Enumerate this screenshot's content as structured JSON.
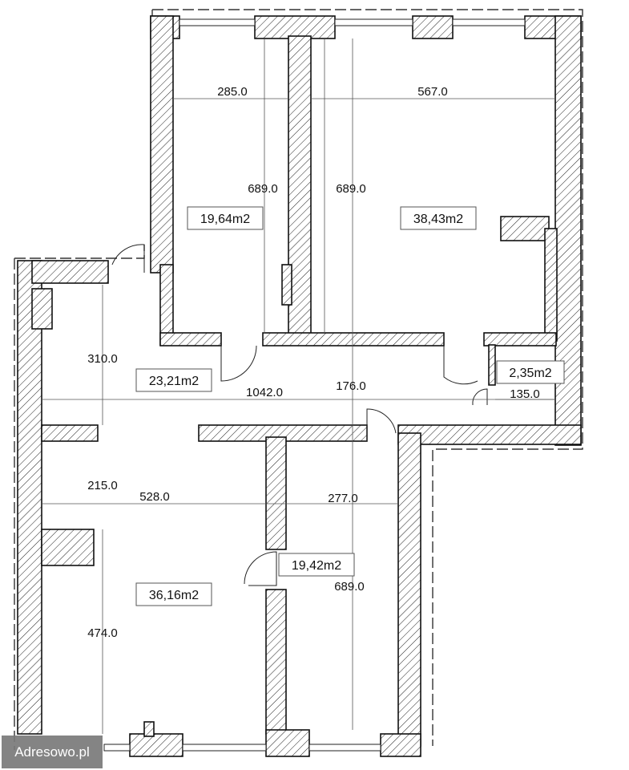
{
  "rooms": [
    {
      "area": "19,64m2"
    },
    {
      "area": "38,43m2"
    },
    {
      "area": "23,21m2"
    },
    {
      "area": "2,35m2"
    },
    {
      "area": "19,42m2"
    },
    {
      "area": "36,16m2"
    }
  ],
  "dimensions": [
    "285.0",
    "567.0",
    "689.0",
    "689.0",
    "310.0",
    "1042.0",
    "176.0",
    "135.0",
    "215.0",
    "528.0",
    "277.0",
    "689.0",
    "474.0"
  ],
  "watermark": "Adresowo.pl"
}
